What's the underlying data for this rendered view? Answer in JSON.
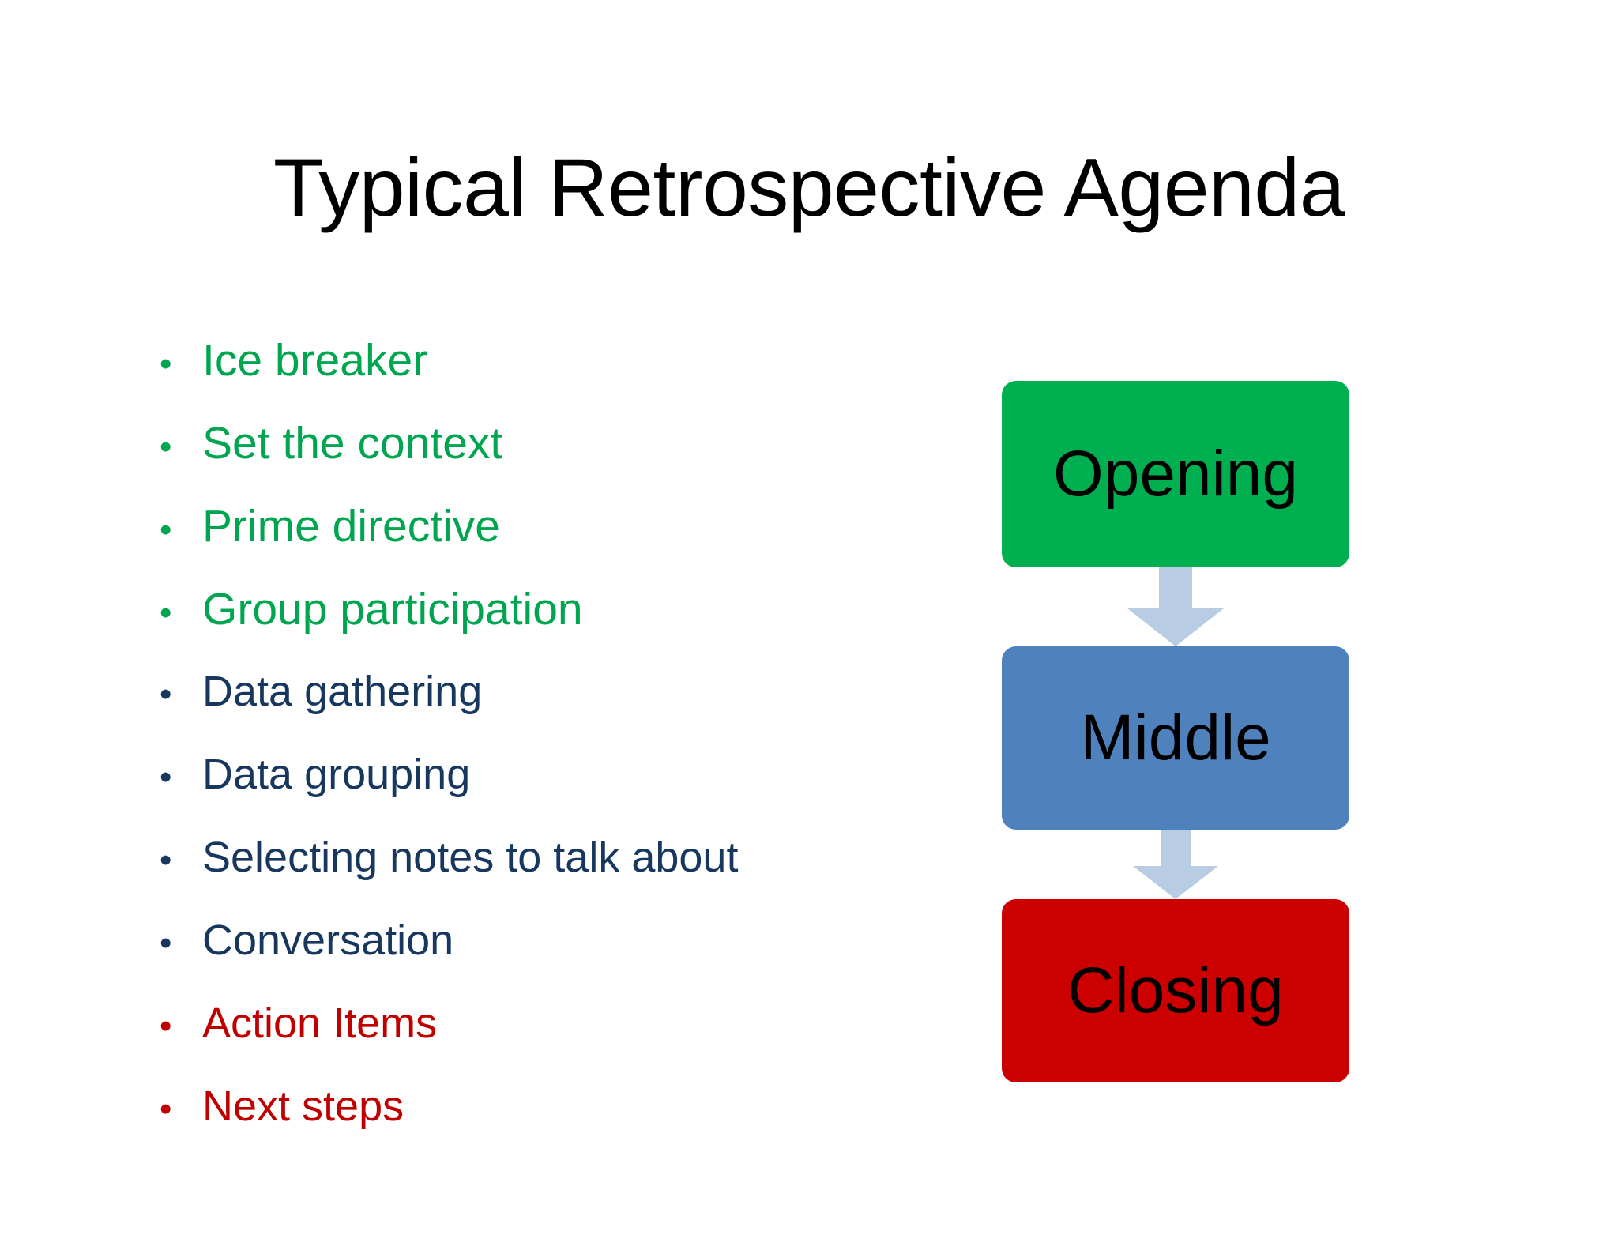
{
  "slide": {
    "title": "Typical Retrospective Agenda",
    "background_color": "#FFFFFF",
    "title_color": "#000000"
  },
  "colors": {
    "green": "#00A550",
    "navy": "#17375E",
    "red": "#C00000",
    "box_green": "#00B050",
    "box_blue": "#4F81BD",
    "box_red": "#CC0000",
    "arrow": "#B8CCE4",
    "bullet_glyph": "•"
  },
  "agenda": {
    "items": [
      {
        "label": "Ice breaker",
        "group": "opening",
        "color": "#00A550"
      },
      {
        "label": "Set the context",
        "group": "opening",
        "color": "#00A550"
      },
      {
        "label": "Prime directive",
        "group": "opening",
        "color": "#00A550"
      },
      {
        "label": "Group participation",
        "group": "opening",
        "color": "#00A550"
      },
      {
        "label": "Data gathering",
        "group": "middle",
        "color": "#17375E"
      },
      {
        "label": "Data grouping",
        "group": "middle",
        "color": "#17375E"
      },
      {
        "label": "Selecting notes to talk about",
        "group": "middle",
        "color": "#17375E"
      },
      {
        "label": "Conversation",
        "group": "middle",
        "color": "#17375E"
      },
      {
        "label": "Action Items",
        "group": "closing",
        "color": "#C00000"
      },
      {
        "label": "Next steps",
        "group": "closing",
        "color": "#C00000"
      }
    ]
  },
  "flowchart": {
    "type": "vertical-flow",
    "nodes": [
      {
        "label": "Opening",
        "fill": "#00B050",
        "text_color": "#000000"
      },
      {
        "label": "Middle",
        "fill": "#4F81BD",
        "text_color": "#000000"
      },
      {
        "label": "Closing",
        "fill": "#CC0000",
        "text_color": "#000000"
      }
    ],
    "connectors": [
      {
        "from": "Opening",
        "to": "Middle",
        "shape": "down-arrow",
        "fill": "#B8CCE4"
      },
      {
        "from": "Middle",
        "to": "Closing",
        "shape": "down-arrow",
        "fill": "#B8CCE4"
      }
    ]
  }
}
